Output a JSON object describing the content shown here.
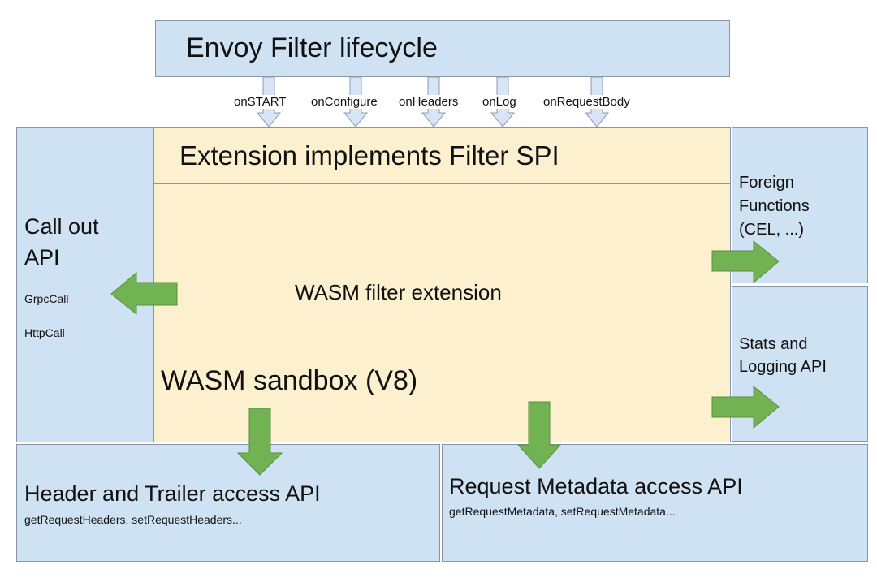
{
  "colors": {
    "blue_box": "#cfe2f3",
    "yellow_box": "#fdf0cf",
    "border": "#8a96a6",
    "arrow_green": "#71b253",
    "arrow_green_stroke": "#5a8f3f",
    "arrow_blue": "#d7e5f6",
    "arrow_blue_stroke": "#8a9cb3"
  },
  "top": {
    "title": "Envoy Filter lifecycle",
    "callbacks": [
      "onSTART",
      "onConfigure",
      "onHeaders",
      "onLog",
      "onRequestBody"
    ]
  },
  "center": {
    "spi_title": "Extension implements Filter SPI",
    "filter_label": "WASM filter extension",
    "sandbox_label": "WASM sandbox (V8)"
  },
  "left": {
    "title_line1": "Call out",
    "title_line2": "API",
    "items": [
      "GrpcCall",
      "HttpCall"
    ]
  },
  "right_top": {
    "line1": "Foreign",
    "line2": "Functions",
    "line3": "(CEL, ...)"
  },
  "right_bottom": {
    "line1": "Stats and",
    "line2": "Logging API"
  },
  "bottom_left": {
    "title": "Header and Trailer access API",
    "subtitle": "getRequestHeaders, setRequestHeaders..."
  },
  "bottom_right": {
    "title": "Request Metadata access API",
    "subtitle": "getRequestMetadata, setRequestMetadata..."
  }
}
